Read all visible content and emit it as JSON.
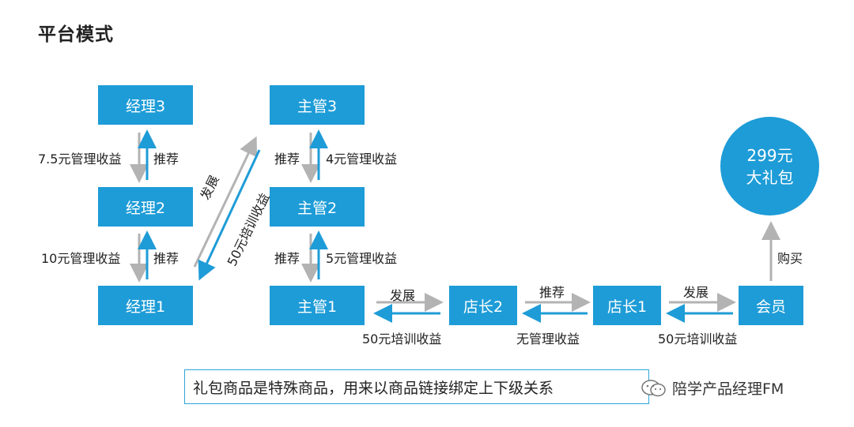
{
  "title": "平台模式",
  "nodes": {
    "manager3": "经理3",
    "manager2": "经理2",
    "manager1": "经理1",
    "supervisor3": "主管3",
    "supervisor2": "主管2",
    "supervisor1": "主管1",
    "store_manager2": "店长2",
    "store_manager1": "店长1",
    "member": "会员",
    "gift_price": "299元",
    "gift_name": "大礼包"
  },
  "labels": {
    "m3_m2_income": "7.5元管理收益",
    "m3_m2_recommend": "推荐",
    "m2_m1_income": "10元管理收益",
    "m2_m1_recommend": "推荐",
    "diag_develop": "发展",
    "diag_income": "50元培训收益",
    "s3_s2_recommend": "推荐",
    "s3_s2_income": "4元管理收益",
    "s2_s1_recommend": "推荐",
    "s2_s1_income": "5元管理收益",
    "s1_sm2_develop": "发展",
    "s1_sm2_income": "50元培训收益",
    "sm2_sm1_recommend": "推荐",
    "sm2_sm1_income": "无管理收益",
    "sm1_member_develop": "发展",
    "sm1_member_income": "50元培训收益",
    "member_buy": "购买"
  },
  "note": "礼包商品是特殊商品，用来以商品链接绑定上下级关系",
  "watermark": "陪学产品经理FM",
  "colors": {
    "node": "#1e9cd7",
    "blue_arrow": "#1e9cd7",
    "gray_arrow": "#b3b3b3"
  }
}
